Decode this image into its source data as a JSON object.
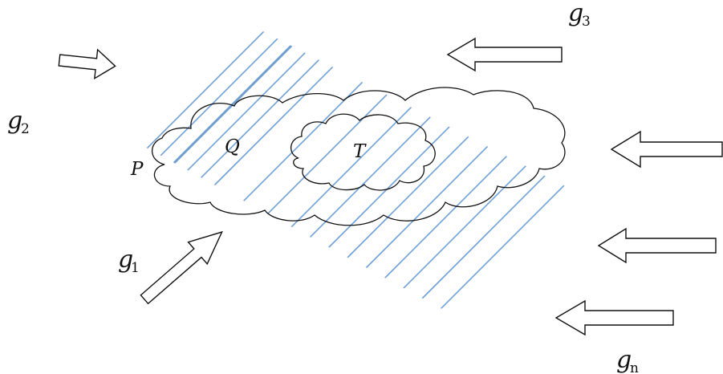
{
  "colors": {
    "background": "#ffffff",
    "ink": "#111111",
    "hatch": "#6f9fd2"
  },
  "labels": {
    "p": "P",
    "q": "Q",
    "t": "T",
    "g1": {
      "base": "g",
      "sub": "1"
    },
    "g2": {
      "base": "g",
      "sub": "2"
    },
    "g3": {
      "base": "g",
      "sub": "3"
    },
    "gn": {
      "base": "g",
      "sub": "n"
    }
  }
}
